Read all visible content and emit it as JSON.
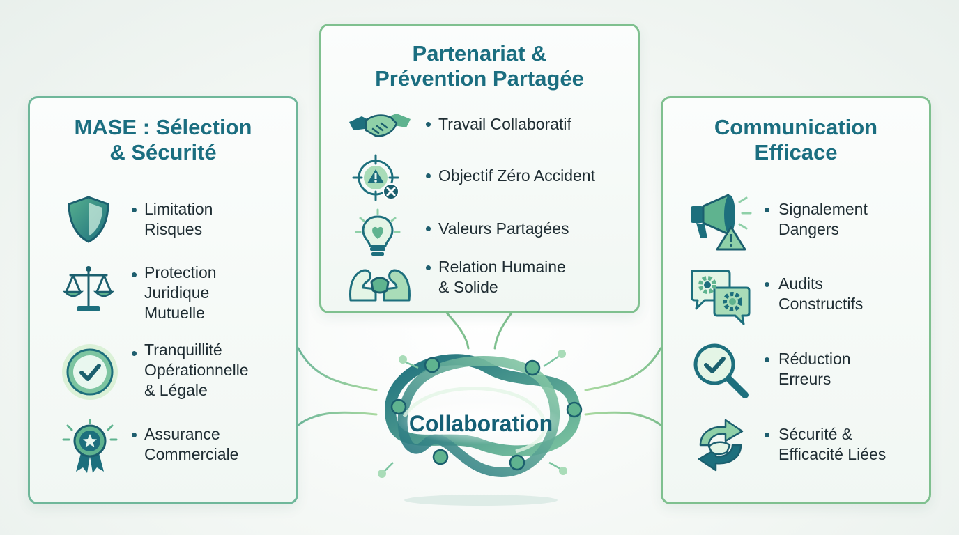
{
  "panels": {
    "left": {
      "title_lines": [
        "MASE : Sélection",
        "& Sécurité"
      ],
      "items": [
        {
          "icon": "shield-icon",
          "lines": [
            "Limitation",
            "Risques"
          ]
        },
        {
          "icon": "scales-of-justice-icon",
          "lines": [
            "Protection",
            "Juridique",
            "Mutuelle"
          ]
        },
        {
          "icon": "checkmark-circle-icon",
          "lines": [
            "Tranquillité",
            "Opérationnelle",
            "& Légale"
          ]
        },
        {
          "icon": "award-rosette-icon",
          "lines": [
            "Assurance",
            "Commerciale"
          ]
        }
      ]
    },
    "top": {
      "title_lines": [
        "Partenariat &",
        "Prévention Partagée"
      ],
      "items": [
        {
          "icon": "handshake-icon",
          "lines": [
            "Travail Collaboratif"
          ]
        },
        {
          "icon": "target-warning-icon",
          "lines": [
            "Objectif Zéro Accident"
          ]
        },
        {
          "icon": "lightbulb-heart-icon",
          "lines": [
            "Valeurs Partagées"
          ]
        },
        {
          "icon": "strong-arms-icon",
          "lines": [
            "Relation Humaine",
            "& Solide"
          ]
        }
      ]
    },
    "right": {
      "title_lines": [
        "Communication",
        "Efficace"
      ],
      "items": [
        {
          "icon": "megaphone-warning-icon",
          "lines": [
            "Signalement",
            "Dangers"
          ]
        },
        {
          "icon": "gears-chat-icon",
          "lines": [
            "Audits",
            "Constructifs"
          ]
        },
        {
          "icon": "magnifier-check-icon",
          "lines": [
            "Réduction",
            "Erreurs"
          ]
        },
        {
          "icon": "arrows-handshake-icon",
          "lines": [
            "Sécurité &",
            "Efficacité Liées"
          ]
        }
      ]
    }
  },
  "hub": {
    "label": "Collaboration",
    "icon": "interlinked-loops-icon"
  },
  "colors": {
    "teal": "#1b6e80",
    "dark_teal": "#155f75",
    "green": "#7fc08f",
    "light_green": "#a9d9a0",
    "text": "#1f2d33"
  }
}
